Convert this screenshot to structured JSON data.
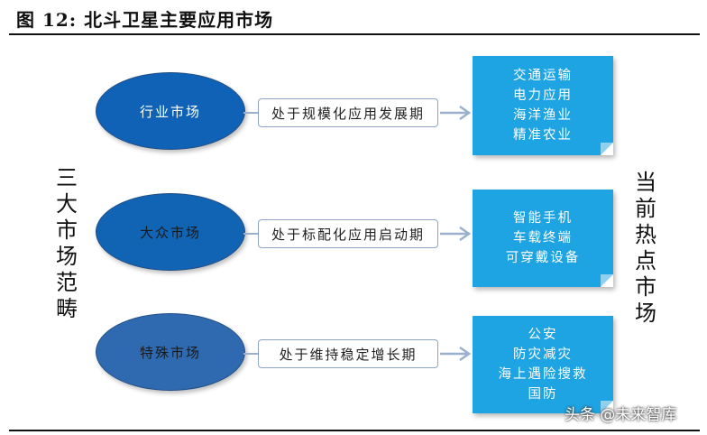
{
  "title": "图 12:  北斗卫星主要应用市场",
  "left_label": [
    "三",
    "大",
    "市",
    "场",
    "范",
    "畴"
  ],
  "right_label": [
    "当",
    "前",
    "热",
    "点",
    "市",
    "场"
  ],
  "markets": [
    {
      "name": "行业市场",
      "stage": "处于规模化应用发展期",
      "hot_markets": [
        "交通运输",
        "电力应用",
        "海洋渔业",
        "精准农业"
      ]
    },
    {
      "name": "大众市场",
      "stage": "处于标配化应用启动期",
      "hot_markets": [
        "智能手机",
        "车载终端",
        "可穿戴设备"
      ]
    },
    {
      "name": "特殊市场",
      "stage": "处于维持稳定增长期",
      "hot_markets": [
        "公安",
        "防灾减灾",
        "海上遇险搜救",
        "国防"
      ]
    }
  ],
  "watermark": "头条 @未来智库",
  "colors": {
    "ellipse_1": "#0f62b6",
    "ellipse_2": "#1163b3",
    "ellipse_3": "#2f6ab0",
    "hot_box": "#1ea3e3",
    "stage_border": "#8fa3c4",
    "arrow": "#9bb0cc"
  }
}
